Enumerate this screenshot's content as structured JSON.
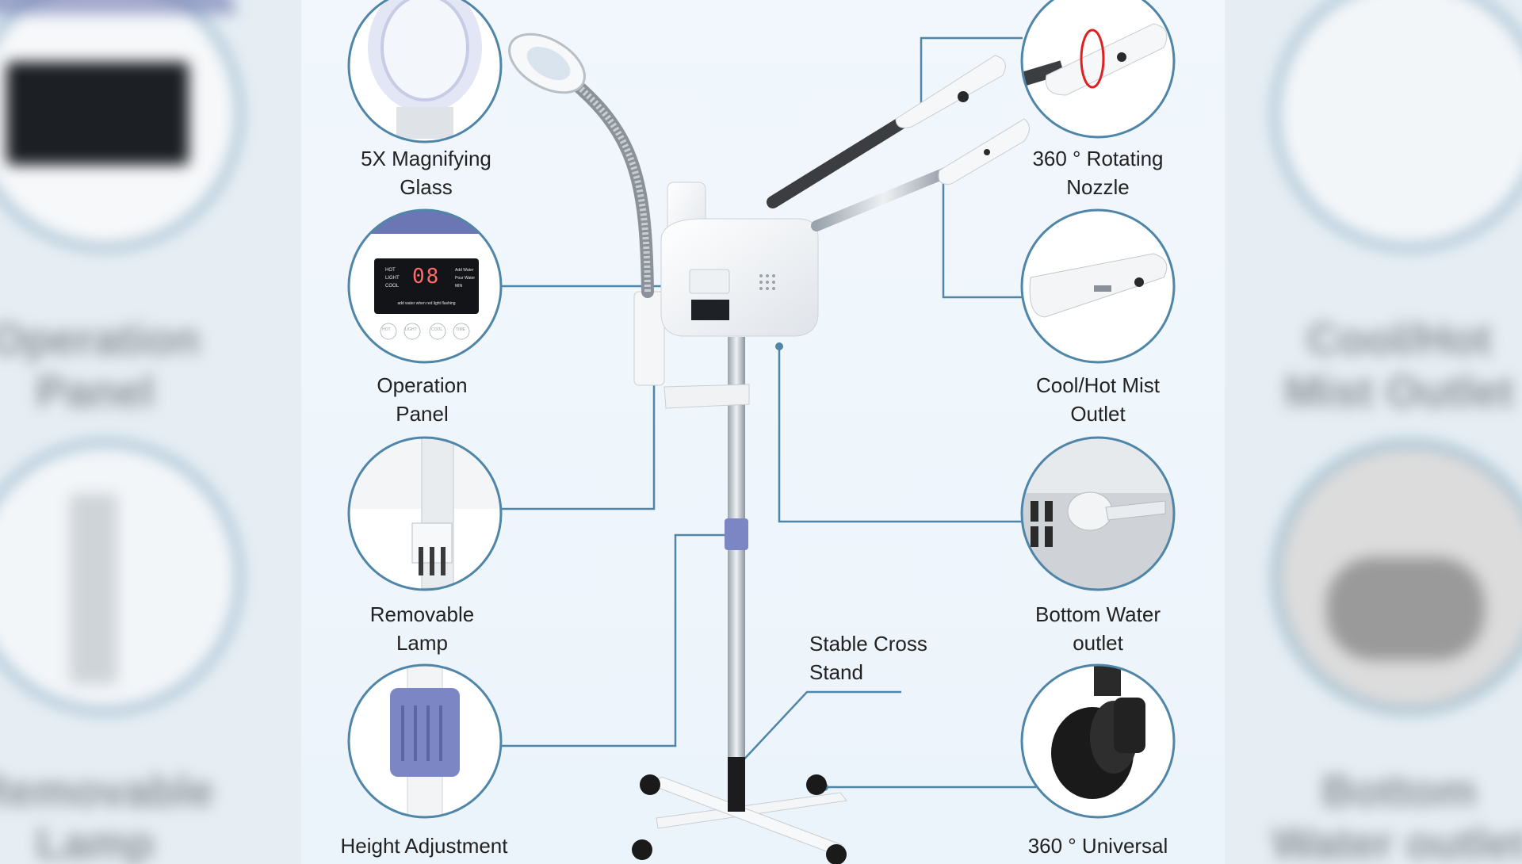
{
  "labels": {
    "magnifying_glass": "5X Magnifying\nGlass",
    "operation_panel": "Operation\nPanel",
    "removable_lamp": "Removable\nLamp",
    "height_adjustment": "Height Adjustment",
    "rotating_nozzle": "360 °  Rotating\nNozzle",
    "mist_outlet": "Cool/Hot Mist\nOutlet",
    "bottom_water_outlet": "Bottom Water\noutlet",
    "universal_wheel": "360 ° Universal",
    "stable_stand": "Stable Cross\nStand"
  },
  "panel_display": {
    "digits": "08",
    "left_labels": [
      "HOT",
      "LIGHT",
      "COOL"
    ],
    "right_labels": [
      "Add Water",
      "Pour Water",
      "MIN"
    ],
    "notice": "add water when red light flashing",
    "buttons": [
      "HOT",
      "LIGHT",
      "COOL",
      "TIME"
    ]
  },
  "blurred_side_text": {
    "left": [
      "Operation\nPanel",
      "Removable\nLamp"
    ],
    "right": [
      "Cool/Hot Mist\nOutlet",
      "Bottom Water\noutlet"
    ]
  },
  "colors": {
    "leader_line": "#4f86a8",
    "circle_border": "#4f86a8",
    "background": "#eef4f9",
    "accent_purple": "#7c86c4"
  }
}
